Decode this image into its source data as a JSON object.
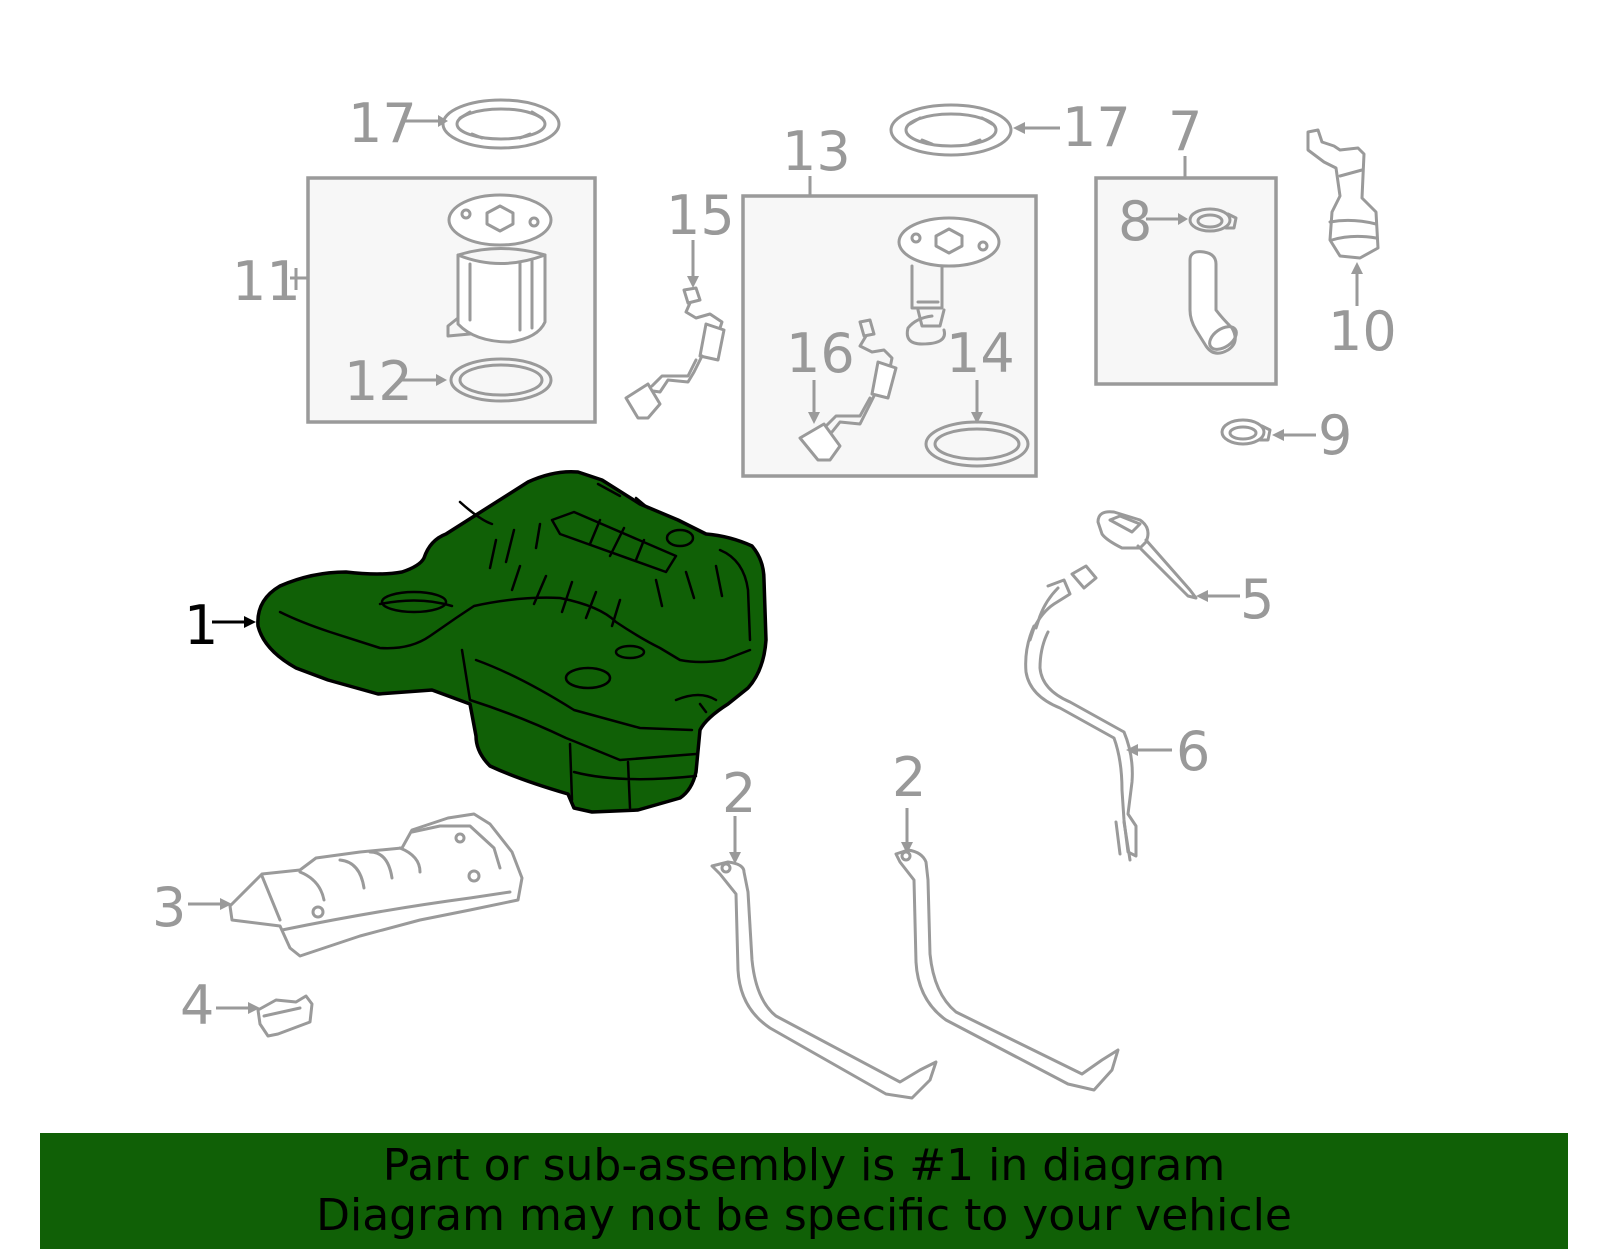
{
  "callouts": {
    "c1": "1",
    "c2a": "2",
    "c2b": "2",
    "c3": "3",
    "c4": "4",
    "c5": "5",
    "c6": "6",
    "c7": "7",
    "c8": "8",
    "c9": "9",
    "c10": "10",
    "c11": "11",
    "c12": "12",
    "c13": "13",
    "c14": "14",
    "c15": "15",
    "c16": "16",
    "c17a": "17",
    "c17b": "17"
  },
  "banner": {
    "line1": "Part or sub-assembly is #1 in diagram",
    "line2": "Diagram may not be specific to your vehicle"
  },
  "colors": {
    "highlight": "#106006",
    "part_line": "#9a9a9a",
    "callout_text": "#999999",
    "main_callout_text": "#000000"
  },
  "icons": {
    "c1": "fuel-tank",
    "c2": "tank-strap",
    "c3": "heat-shield",
    "c4": "clip",
    "c5": "filler-cap",
    "c6": "filler-pipe",
    "c7": "hose-kit",
    "c8": "hose-clamp",
    "c9": "hose-clamp",
    "c10": "vent-hose",
    "c11": "fuel-pump-module",
    "c12": "gasket",
    "c13": "fuel-pump-module",
    "c14": "gasket",
    "c15": "fuel-level-sender",
    "c16": "fuel-level-sender",
    "c17": "lock-ring"
  }
}
